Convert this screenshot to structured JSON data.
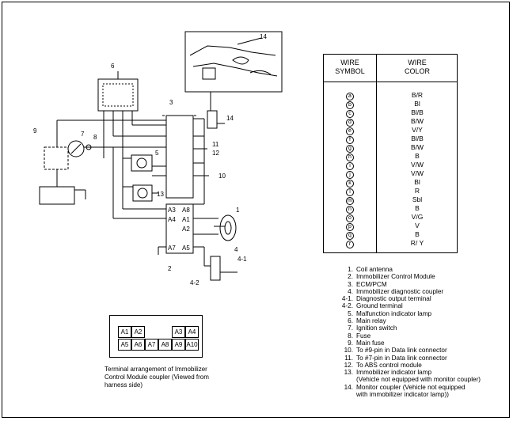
{
  "table": {
    "header_symbol": "WIRE\nSYMBOL",
    "header_symbol_l1": "WIRE",
    "header_symbol_l2": "SYMBOL",
    "header_color_l1": "WIRE",
    "header_color_l2": "COLOR",
    "rows": [
      {
        "sym": "a",
        "color": "B/R"
      },
      {
        "sym": "b",
        "color": "Bl"
      },
      {
        "sym": "c",
        "color": "Bl/B"
      },
      {
        "sym": "d",
        "color": "B/W"
      },
      {
        "sym": "e",
        "color": "V/Y"
      },
      {
        "sym": "f",
        "color": "Bl/B"
      },
      {
        "sym": "g",
        "color": "B/W"
      },
      {
        "sym": "h",
        "color": "B"
      },
      {
        "sym": "i",
        "color": "V/W"
      },
      {
        "sym": "j",
        "color": "V/W"
      },
      {
        "sym": "k",
        "color": "Bl"
      },
      {
        "sym": "l",
        "color": "R"
      },
      {
        "sym": "m",
        "color": "Sbl"
      },
      {
        "sym": "n",
        "color": "B"
      },
      {
        "sym": "o",
        "color": "V/G"
      },
      {
        "sym": "p",
        "color": "V"
      },
      {
        "sym": "q",
        "color": "B"
      },
      {
        "sym": "r",
        "color": "R/ Y"
      }
    ]
  },
  "legend": [
    {
      "num": "1.",
      "text": "Coil antenna"
    },
    {
      "num": "2.",
      "text": "Immobilizer Control Module"
    },
    {
      "num": "3.",
      "text": "ECM/PCM"
    },
    {
      "num": "4.",
      "text": "Immobilizer diagnostic coupler"
    },
    {
      "num": "4-1.",
      "text": "Diagnostic output terminal"
    },
    {
      "num": "4-2.",
      "text": "Ground terminal"
    },
    {
      "num": "5.",
      "text": "Malfunction indicator lamp"
    },
    {
      "num": "6.",
      "text": "Main relay"
    },
    {
      "num": "7.",
      "text": "Ignition switch"
    },
    {
      "num": "8.",
      "text": "Fuse"
    },
    {
      "num": "9.",
      "text": "Main fuse"
    },
    {
      "num": "10.",
      "text": "To #9-pin in Data link connector"
    },
    {
      "num": "11.",
      "text": "To #7-pin in Data link connector"
    },
    {
      "num": "12.",
      "text": "To ABS control module"
    },
    {
      "num": "13.",
      "text": "Immobilizer indicator lamp"
    },
    {
      "num": "",
      "text": "(Vehicle not equipped with monitor coupler)"
    },
    {
      "num": "14.",
      "text": "Monitor coupler (Vehicle not equipped"
    },
    {
      "num": "",
      "text": "with immobilizer indicator lamp))"
    }
  ],
  "coupler": {
    "cells": [
      "A1",
      "A2",
      "A3",
      "A4",
      "A5",
      "A6",
      "A7",
      "A8",
      "A9",
      "A10"
    ],
    "caption_l1": "Terminal arrangement of Immobilizer",
    "caption_l2": "Control Module coupler (Viewed from",
    "caption_l3": "harness side)"
  },
  "diagram": {
    "labels": {
      "n1": "1",
      "n2": "2",
      "n3": "3",
      "n4": "4",
      "n41": "4-1",
      "n42": "4-2",
      "n5": "5",
      "n6": "6",
      "n7": "7",
      "n8": "8",
      "n9": "9",
      "n10": "10",
      "n11": "11",
      "n12": "12",
      "n13": "13",
      "n14": "14",
      "n14b": "14",
      "A1": "A1",
      "A2": "A2",
      "A3": "A3",
      "A4": "A4",
      "A5": "A5",
      "A7": "A7",
      "A8": "A8"
    }
  }
}
